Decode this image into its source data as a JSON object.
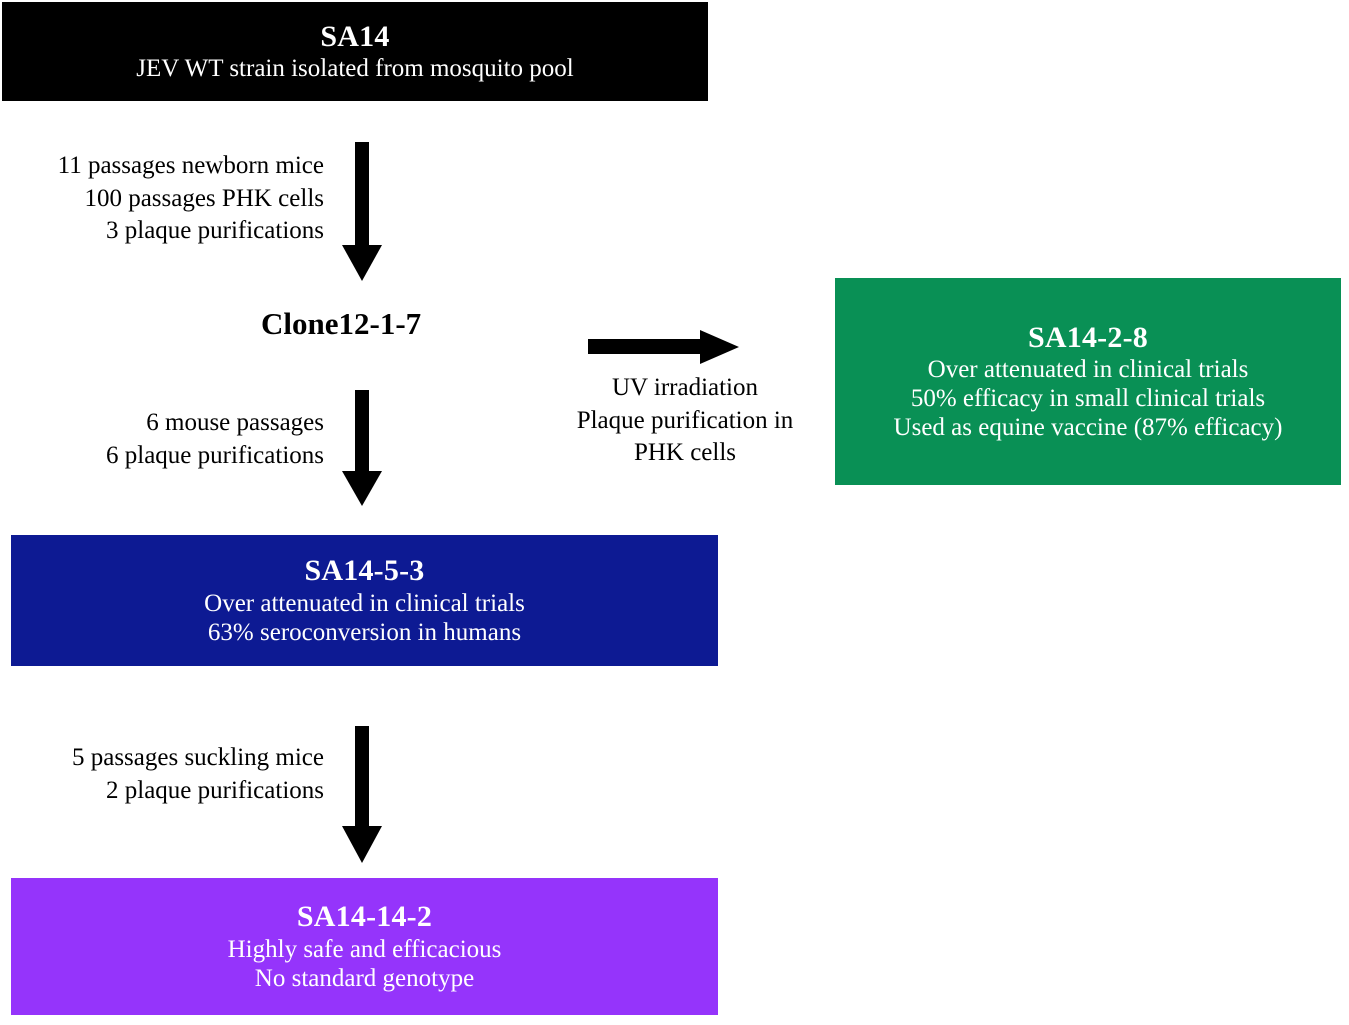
{
  "diagram": {
    "title": "SA14 JEV vaccine strain derivation flowchart",
    "type": "flowchart",
    "colors": {
      "sa14": "#000000",
      "sa14_2_8": "#099055",
      "sa14_5_3": "#0d1a93",
      "sa14_14_2": "#9534fb",
      "text_on_box": "#ffffff",
      "arrow": "#000000",
      "background": "#ffffff"
    },
    "nodes": {
      "sa14": {
        "title": "SA14",
        "lines": [
          "JEV WT strain isolated from mosquito pool"
        ]
      },
      "clone": {
        "title": "Clone12-1-7",
        "lines": []
      },
      "sa14_2_8": {
        "title": "SA14-2-8",
        "lines": [
          "Over attenuated in clinical trials",
          "50% efficacy in small clinical trials",
          "Used as equine vaccine (87% efficacy)"
        ]
      },
      "sa14_5_3": {
        "title": "SA14-5-3",
        "lines": [
          "Over attenuated in clinical trials",
          "63% seroconversion in humans"
        ]
      },
      "sa14_14_2": {
        "title": "SA14-14-2",
        "lines": [
          "Highly safe and efficacious",
          "No standard genotype"
        ]
      }
    },
    "edges": {
      "sa14_to_clone": {
        "lines": [
          "11 passages newborn mice",
          "100 passages PHK cells",
          "3 plaque purifications"
        ],
        "direction": "down"
      },
      "clone_to_sa14_5_3": {
        "lines": [
          "6 mouse passages",
          "6 plaque purifications"
        ],
        "direction": "down"
      },
      "clone_to_sa14_2_8": {
        "lines": [
          "UV irradiation",
          "Plaque purification in PHK cells"
        ],
        "direction": "right"
      },
      "sa14_5_3_to_sa14_14_2": {
        "lines": [
          "5 passages suckling mice",
          "2 plaque purifications"
        ],
        "direction": "down"
      }
    }
  }
}
